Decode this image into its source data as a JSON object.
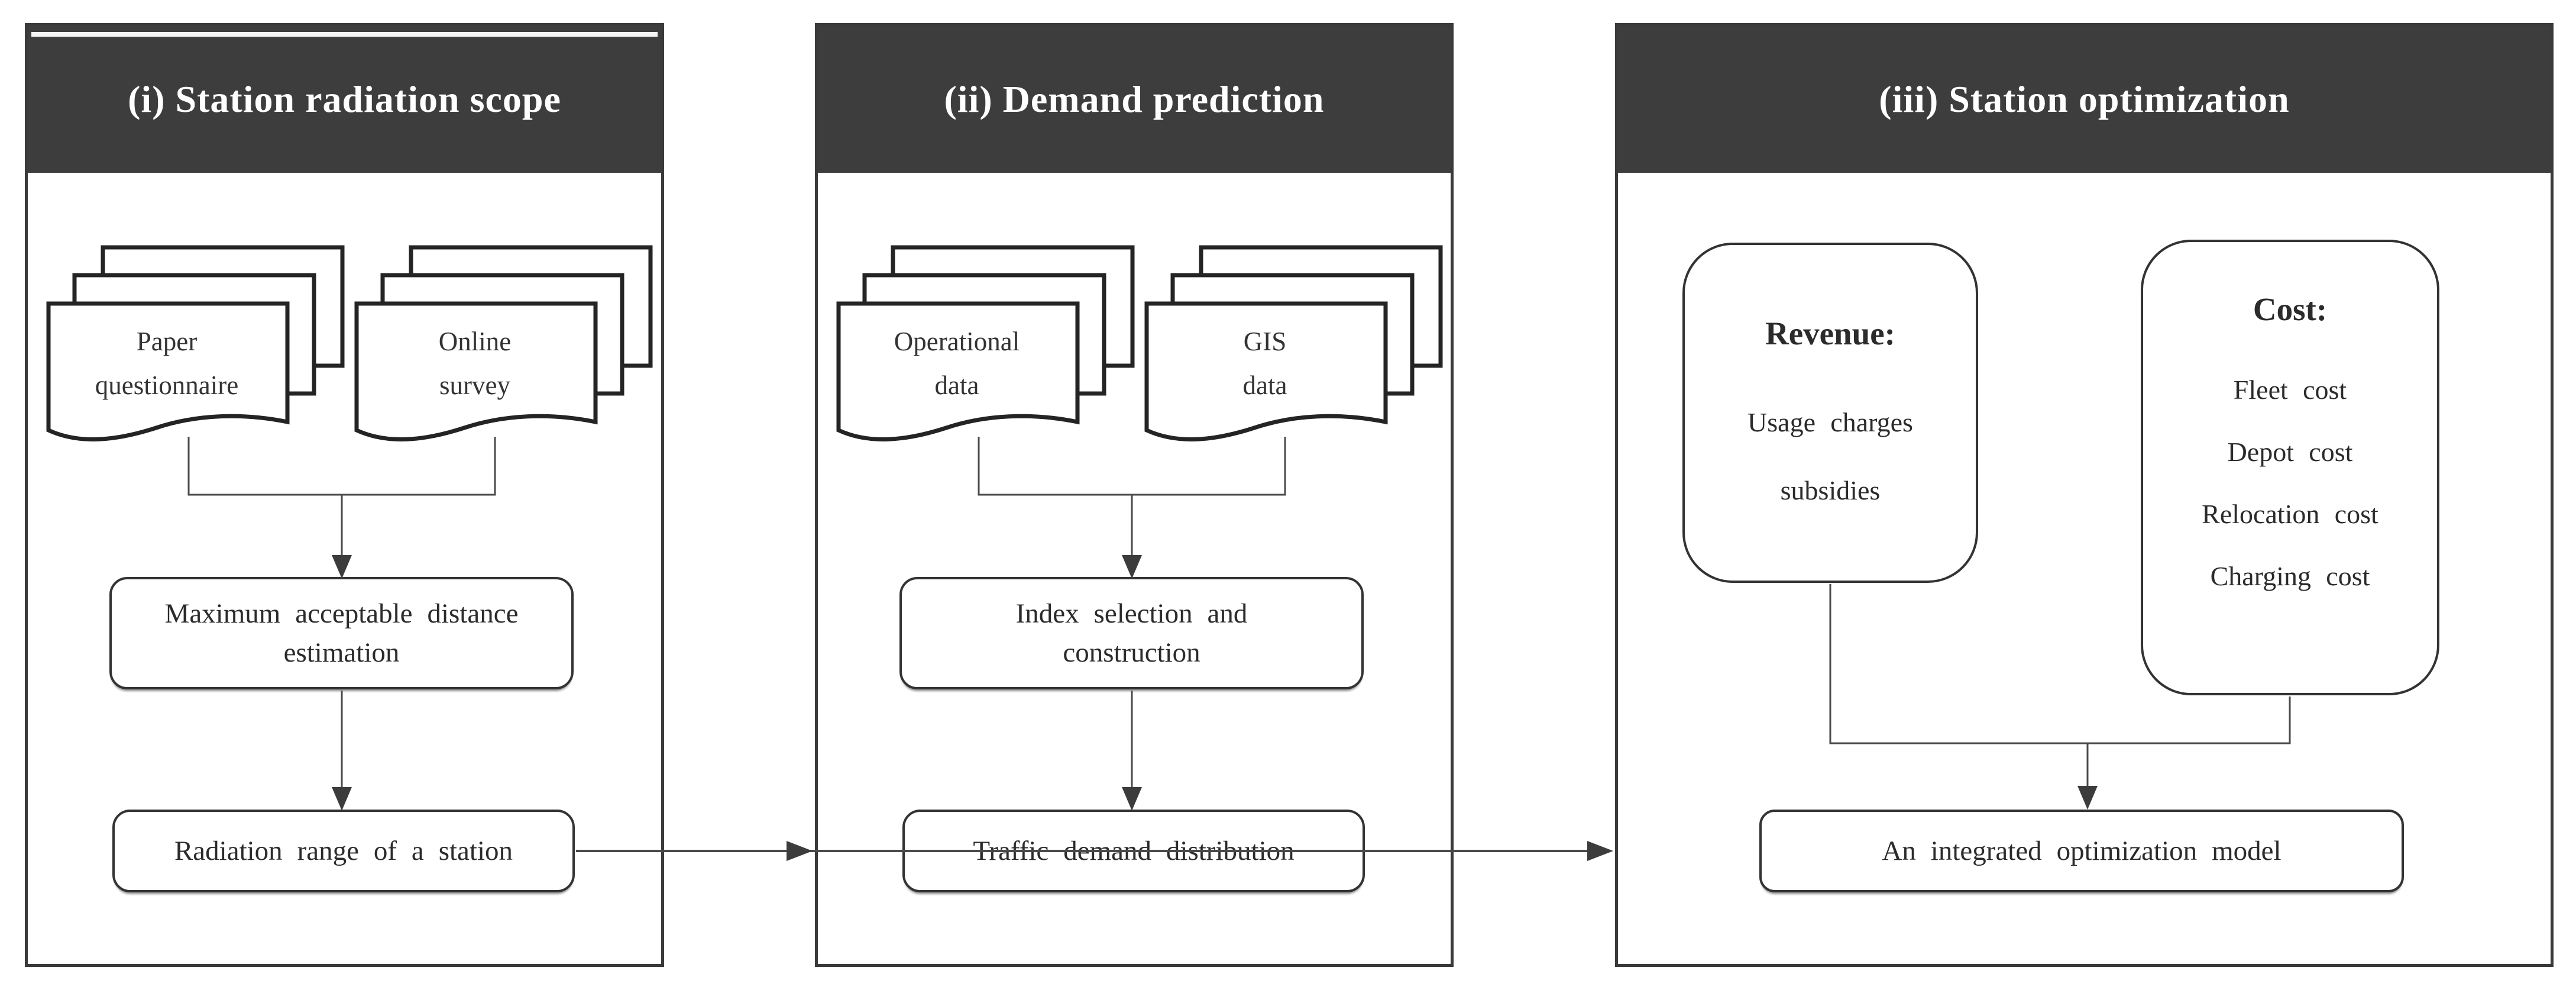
{
  "figure": {
    "colors": {
      "header_bg": "#3d3d3d",
      "header_text": "#ffffff",
      "panel_border": "#3a3a3a",
      "connector_line": "#4a4a4a",
      "box_text": "#2b2b2b"
    },
    "panel1": {
      "title": "(i) Station radiation scope",
      "docs": [
        {
          "lines": [
            "Paper",
            "questionnaire"
          ]
        },
        {
          "lines": [
            "Online",
            "survey"
          ]
        }
      ],
      "box1": {
        "lines": [
          "Maximum acceptable distance",
          "estimation"
        ]
      },
      "box2": {
        "label": "Radiation range of a station"
      }
    },
    "panel2": {
      "title": "(ii) Demand prediction",
      "docs": [
        {
          "lines": [
            "Operational",
            "data"
          ]
        },
        {
          "lines": [
            "GIS",
            "data"
          ]
        }
      ],
      "box1": {
        "lines": [
          "Index selection and",
          "construction"
        ]
      },
      "box2": {
        "label": "Traffic demand distribution"
      }
    },
    "panel3": {
      "title": "(iii) Station optimization",
      "revenue": {
        "title": "Revenue:",
        "items": [
          "Usage charges",
          "subsidies"
        ]
      },
      "cost": {
        "title": "Cost:",
        "items": [
          "Fleet cost",
          "Depot cost",
          "Relocation cost",
          "Charging cost"
        ]
      },
      "model": {
        "label": "An integrated optimization model"
      }
    }
  }
}
